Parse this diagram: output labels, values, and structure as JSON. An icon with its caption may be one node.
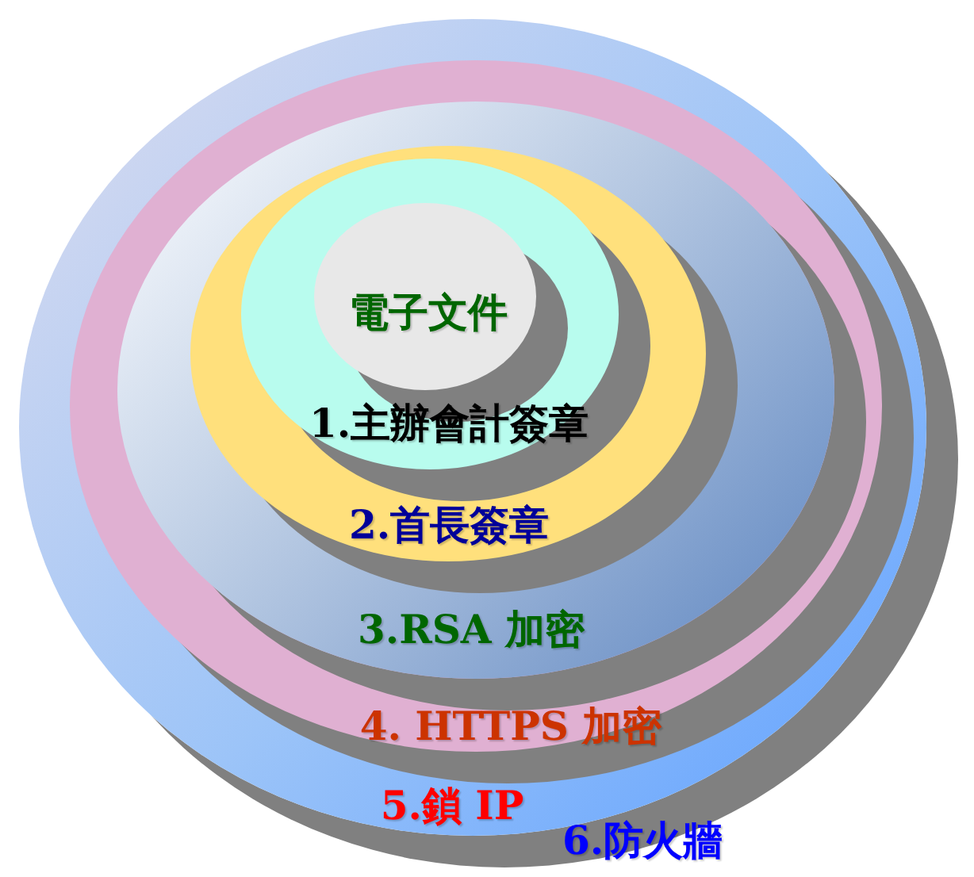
{
  "diagram": {
    "nodes": [
      {
        "text": [
          "5.鎖 IP"
        ]
      },
      {
        "text": [
          "4. HTTPS 加密"
        ],
        "in": 0
      },
      {
        "text": [
          "3.RSA 加密"
        ],
        "in": 1
      },
      {
        "text": [
          "2.首長簽章"
        ],
        "in": 2
      },
      {
        "text": [
          "1.主辦會計簽章"
        ],
        "in": 3
      },
      {
        "text": [
          "電子文件"
        ],
        "in": 4
      }
    ],
    "labels": [
      "6.防火牆"
    ]
  }
}
